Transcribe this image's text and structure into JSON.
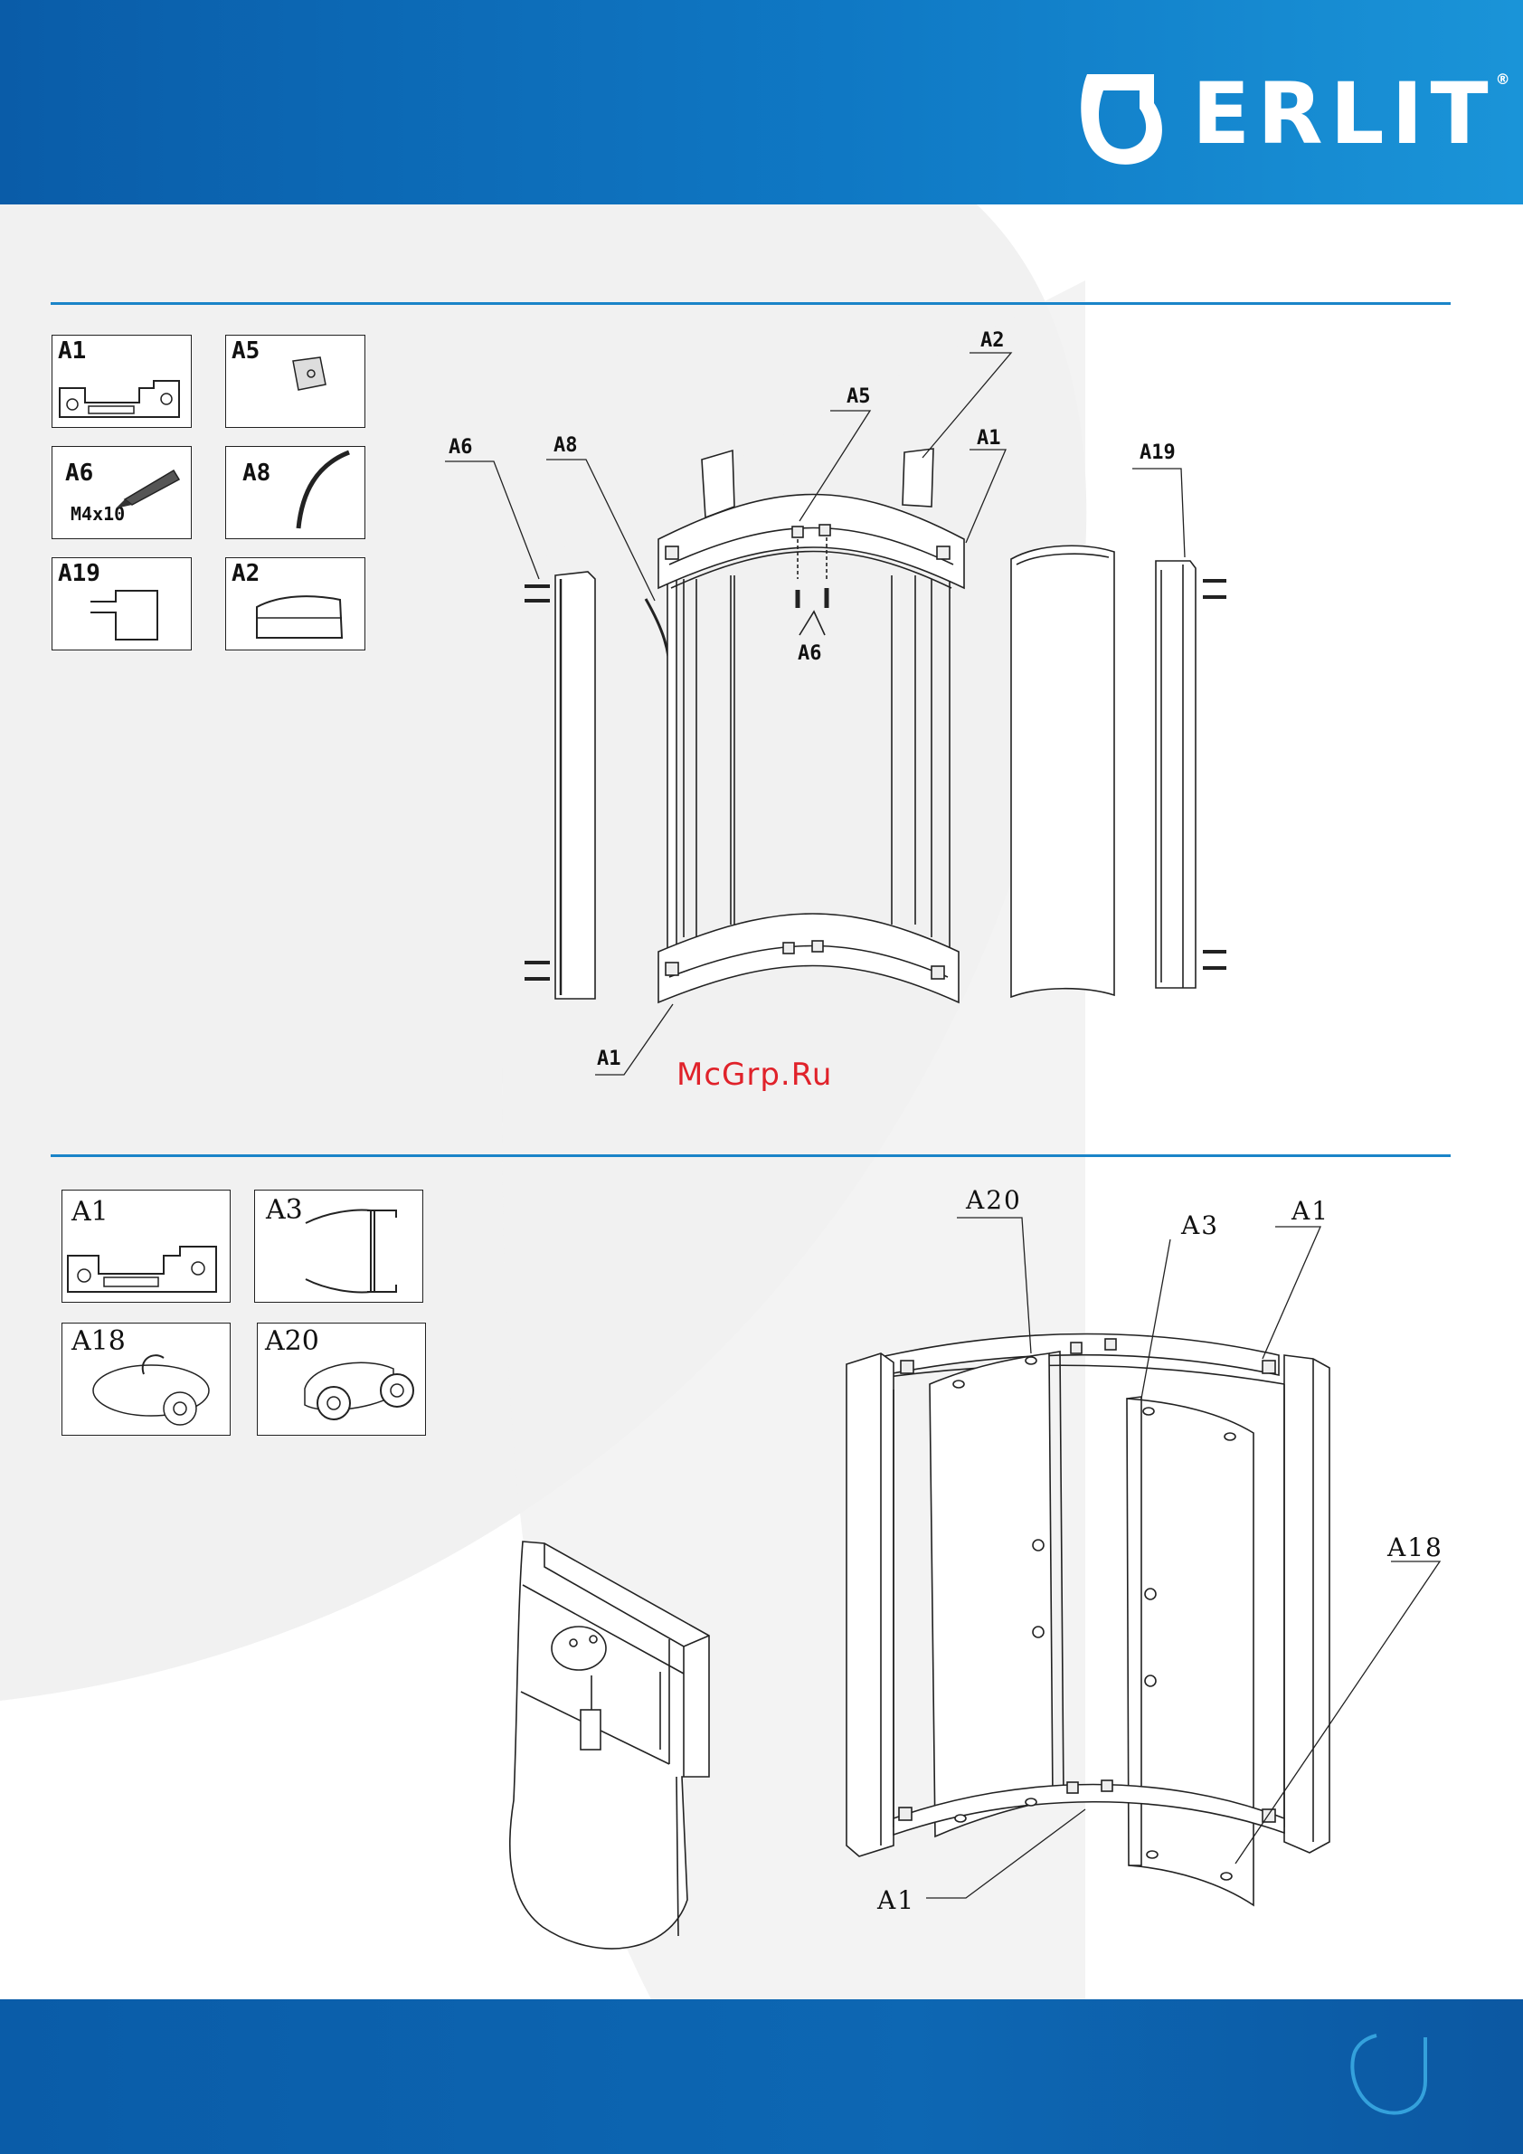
{
  "brand": {
    "name": "ERLIT",
    "registered": "®"
  },
  "watermark": "McGrp.Ru",
  "section1": {
    "parts": [
      {
        "id": "A1",
        "label": "A1"
      },
      {
        "id": "A5",
        "label": "A5"
      },
      {
        "id": "A6",
        "label": "A6",
        "sub": "M4x10"
      },
      {
        "id": "A8",
        "label": "A8"
      },
      {
        "id": "A19",
        "label": "A19"
      },
      {
        "id": "A2",
        "label": "A2"
      }
    ],
    "callouts": {
      "a6": "A6",
      "a8": "A8",
      "a5": "A5",
      "a2": "A2",
      "a1_top": "A1",
      "a19": "A19",
      "a6_center": "A6",
      "a1_bottom": "A1"
    }
  },
  "section2": {
    "parts": [
      {
        "id": "A1",
        "label": "A1"
      },
      {
        "id": "A3",
        "label": "A3"
      },
      {
        "id": "A18",
        "label": "A18"
      },
      {
        "id": "A20",
        "label": "A20"
      }
    ],
    "callouts": {
      "a20": "A20",
      "a3": "A3",
      "a1_top": "A1",
      "a18": "A18",
      "a1_bottom": "A1"
    }
  },
  "colors": {
    "header_blue": "#0f78c4",
    "footer_blue": "#0a5ca8",
    "divider_blue": "#1a84c8",
    "watermark_red": "#e0222a"
  }
}
